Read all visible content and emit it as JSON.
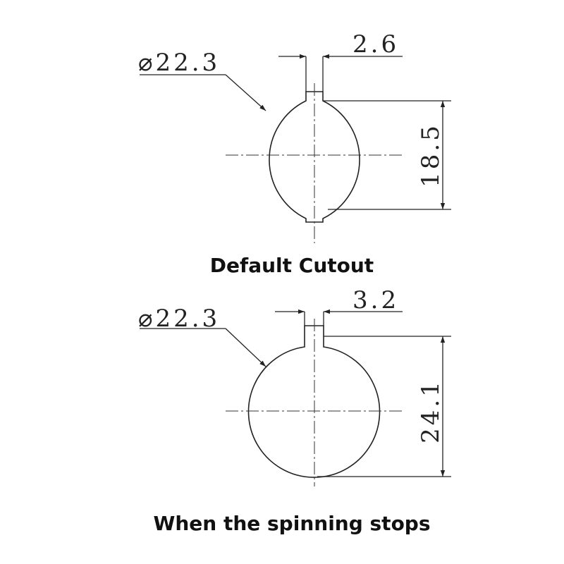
{
  "diagrams": [
    {
      "diameter_label": "⌀22.3",
      "slot_width_label": "2.6",
      "height_label": "18.5",
      "caption": "Default Cutout"
    },
    {
      "diameter_label": "⌀22.3",
      "slot_width_label": "3.2",
      "height_label": "24.1",
      "caption": "When the spinning stops"
    }
  ],
  "colors": {
    "line": "#222222",
    "text": "#111111",
    "background": "#ffffff"
  }
}
